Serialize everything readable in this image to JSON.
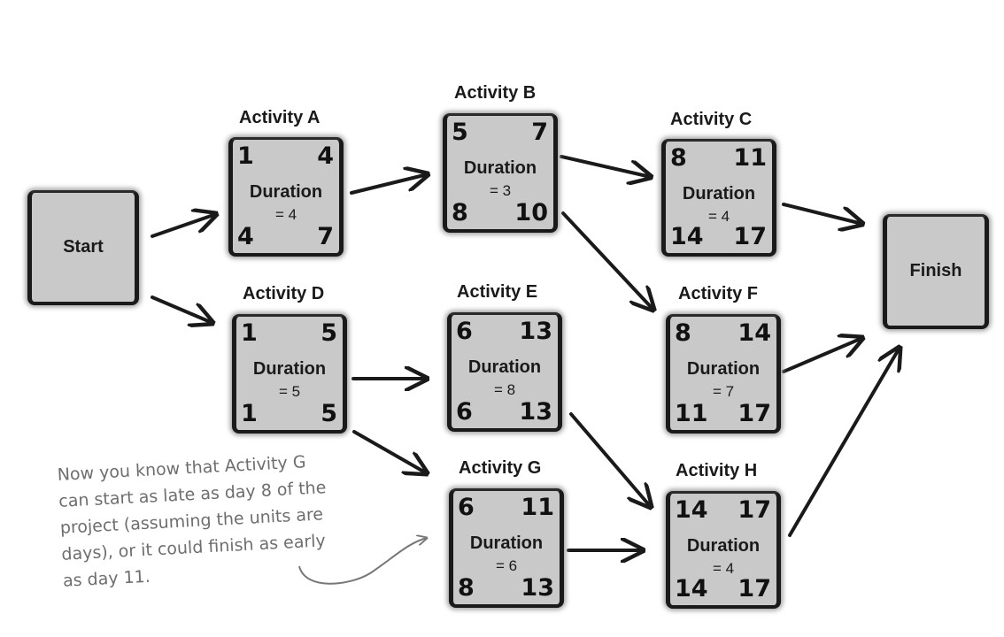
{
  "start_label": "Start",
  "finish_label": "Finish",
  "nodes": {
    "A": {
      "title": "Activity A",
      "es": "1",
      "ef": "4",
      "ls": "4",
      "lf": "7",
      "dur_label": "Duration",
      "dur_value": "= 4"
    },
    "B": {
      "title": "Activity B",
      "es": "5",
      "ef": "7",
      "ls": "8",
      "lf": "10",
      "dur_label": "Duration",
      "dur_value": "= 3"
    },
    "C": {
      "title": "Activity C",
      "es": "8",
      "ef": "11",
      "ls": "14",
      "lf": "17",
      "dur_label": "Duration",
      "dur_value": "= 4"
    },
    "D": {
      "title": "Activity D",
      "es": "1",
      "ef": "5",
      "ls": "1",
      "lf": "5",
      "dur_label": "Duration",
      "dur_value": "= 5"
    },
    "E": {
      "title": "Activity E",
      "es": "6",
      "ef": "13",
      "ls": "6",
      "lf": "13",
      "dur_label": "Duration",
      "dur_value": "= 8"
    },
    "F": {
      "title": "Activity F",
      "es": "8",
      "ef": "14",
      "ls": "11",
      "lf": "17",
      "dur_label": "Duration",
      "dur_value": "= 7"
    },
    "G": {
      "title": "Activity G",
      "es": "6",
      "ef": "11",
      "ls": "8",
      "lf": "13",
      "dur_label": "Duration",
      "dur_value": "= 6"
    },
    "H": {
      "title": "Activity H",
      "es": "14",
      "ef": "17",
      "ls": "14",
      "lf": "17",
      "dur_label": "Duration",
      "dur_value": "= 4"
    }
  },
  "note": "Now you know that Activity G can start as late as day 8 of the project (assuming the units are days), or it could finish as early as day 11."
}
